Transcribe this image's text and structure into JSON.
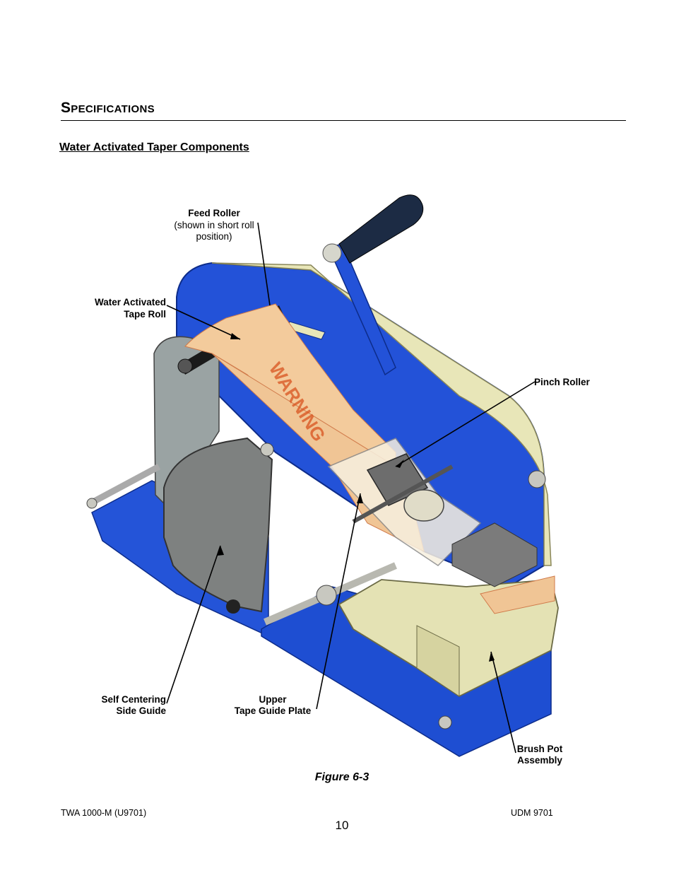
{
  "header": {
    "section_title": "Specifications",
    "subsection_title": "Water Activated Taper Components"
  },
  "figure": {
    "caption": "Figure 6-3",
    "labels": {
      "feed_roller_title": "Feed Roller",
      "feed_roller_note_1": "(shown in short roll",
      "feed_roller_note_2": "position)",
      "tape_roll_1": "Water Activated",
      "tape_roll_2": "Tape Roll",
      "pinch_roller": "Pinch Roller",
      "side_guide_1": "Self Centering",
      "side_guide_2": "Side Guide",
      "guide_plate_1": "Upper",
      "guide_plate_2": "Tape Guide Plate",
      "brush_pot_1": "Brush Pot",
      "brush_pot_2": "Assembly"
    },
    "tape_print": "WARNING",
    "colors": {
      "frame_blue": "#1f4fd6",
      "cover_cream": "#eceabf",
      "tape_tan": "#f2c89a",
      "guide_gray": "#8e8e8e"
    }
  },
  "footer": {
    "left": "TWA 1000-M (U9701)",
    "right": "UDM 9701",
    "page_number": "10"
  }
}
